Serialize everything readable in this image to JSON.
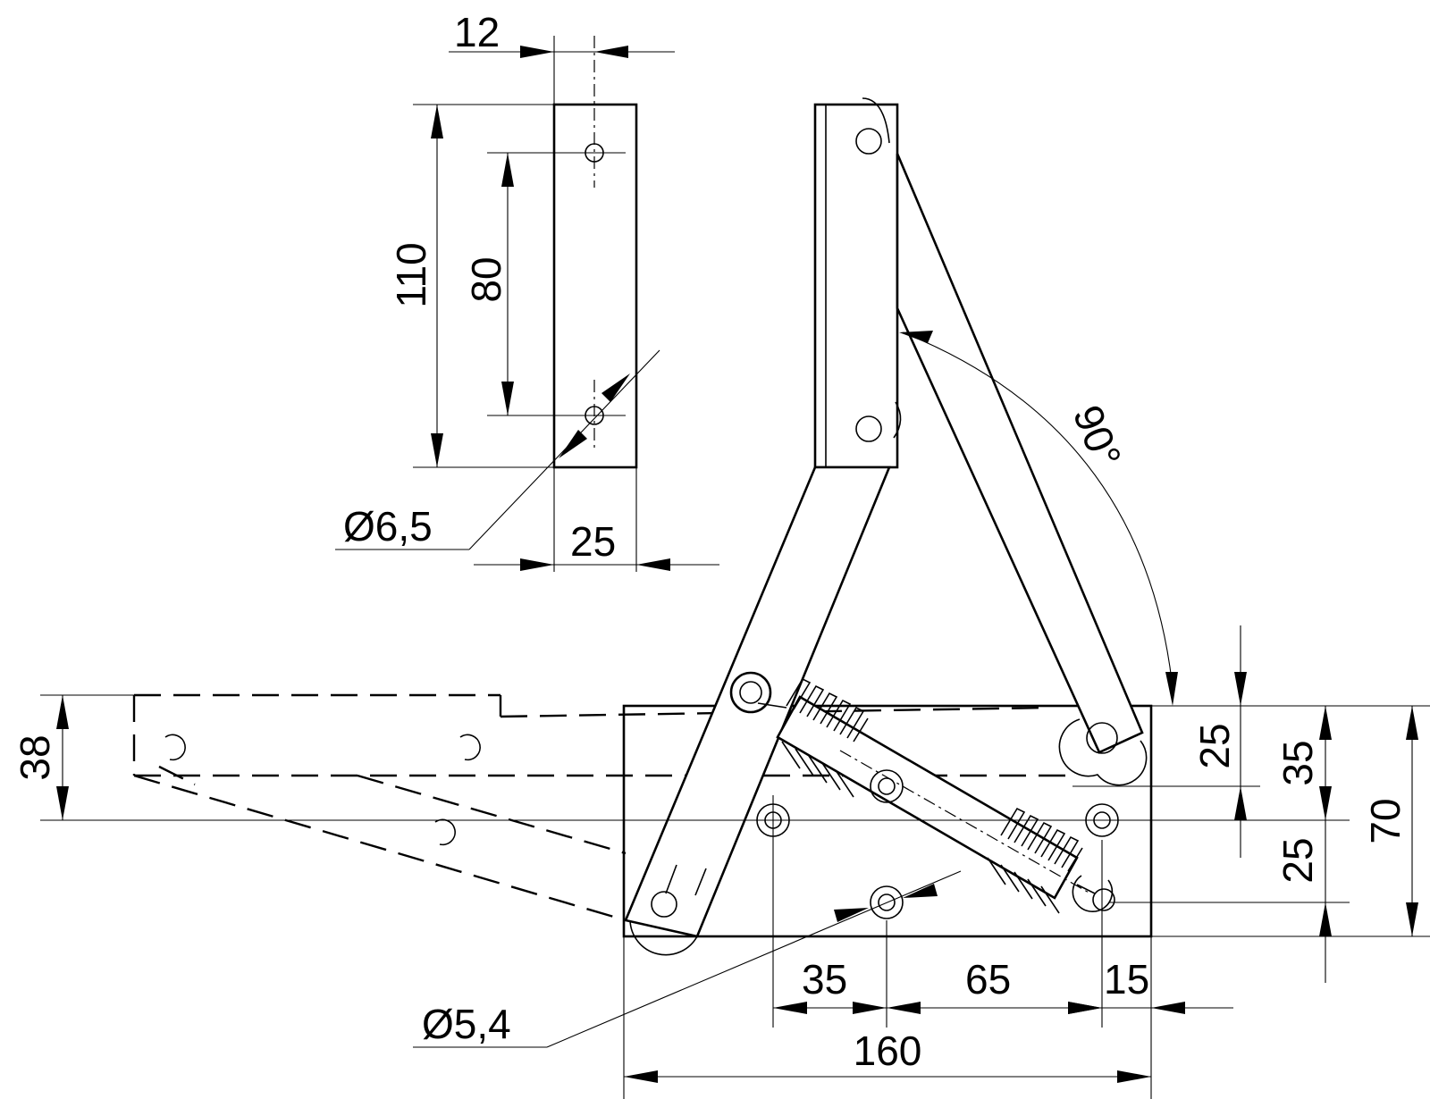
{
  "dimensions": {
    "bracket_thickness": "12",
    "bracket_length": "110",
    "bracket_hole_spacing": "80",
    "bracket_hole_diameter": "Ø6,5",
    "bracket_width": "25",
    "opening_angle": "90°",
    "base_hole_diameter": "Ø5,4",
    "base_offset_top": "25",
    "base_offset_mid": "35",
    "base_height": "70",
    "base_hole_row_spacing": "25",
    "folded_height": "38",
    "hole_spacing_left": "35",
    "hole_spacing_mid": "65",
    "hole_offset_right": "15",
    "base_length": "160"
  }
}
